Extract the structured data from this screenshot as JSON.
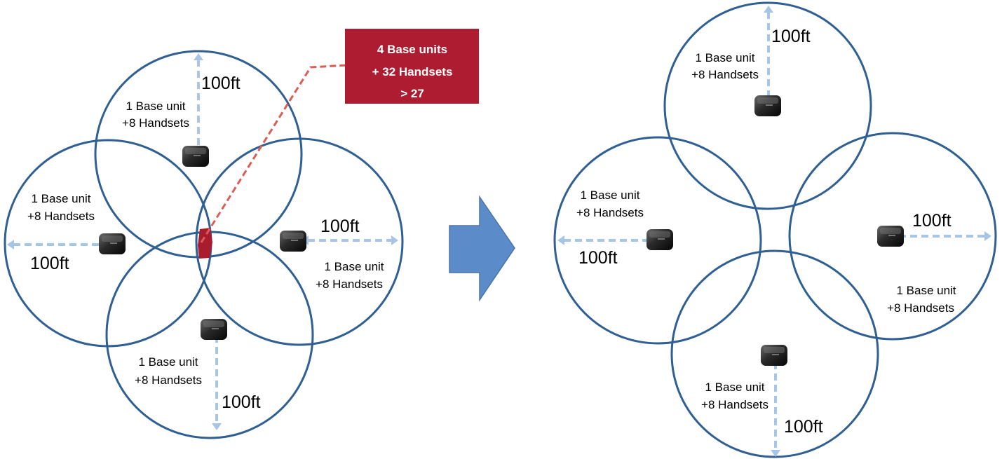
{
  "colors": {
    "circle_stroke": "#2f5f93",
    "arrow": "#a6c5e7",
    "overlap_fill": "#a91c2e",
    "callout_bg": "#ad1c30",
    "callout_line": "#d95e57",
    "big_arrow": "#5b8bc8",
    "big_arrow_stroke": "#4a74a8"
  },
  "icons": {
    "base_unit": "base-unit-device-icon",
    "transition": "right-arrow-icon"
  },
  "callout": {
    "line1": "4 Base units",
    "line2": "+ 32 Handsets",
    "line3": "> 27"
  },
  "left": {
    "top": {
      "line1": "1 Base unit",
      "line2": "+8 Handsets",
      "distance": "100ft"
    },
    "left": {
      "line1": "1 Base unit",
      "line2": "+8 Handsets",
      "distance": "100ft"
    },
    "right": {
      "line1": "1 Base unit",
      "line2": "+8 Handsets",
      "distance": "100ft"
    },
    "bottom": {
      "line1": "1 Base unit",
      "line2": "+8 Handsets",
      "distance": "100ft"
    }
  },
  "right": {
    "top": {
      "line1": "1 Base unit",
      "line2": "+8 Handsets",
      "distance": "100ft"
    },
    "left": {
      "line1": "1 Base unit",
      "line2": "+8 Handsets",
      "distance": "100ft"
    },
    "right": {
      "line1": "1 Base unit",
      "line2": "+8 Handsets",
      "distance": "100ft"
    },
    "bottom": {
      "line1": "1 Base unit",
      "line2": "+8 Handsets",
      "distance": "100ft"
    }
  }
}
